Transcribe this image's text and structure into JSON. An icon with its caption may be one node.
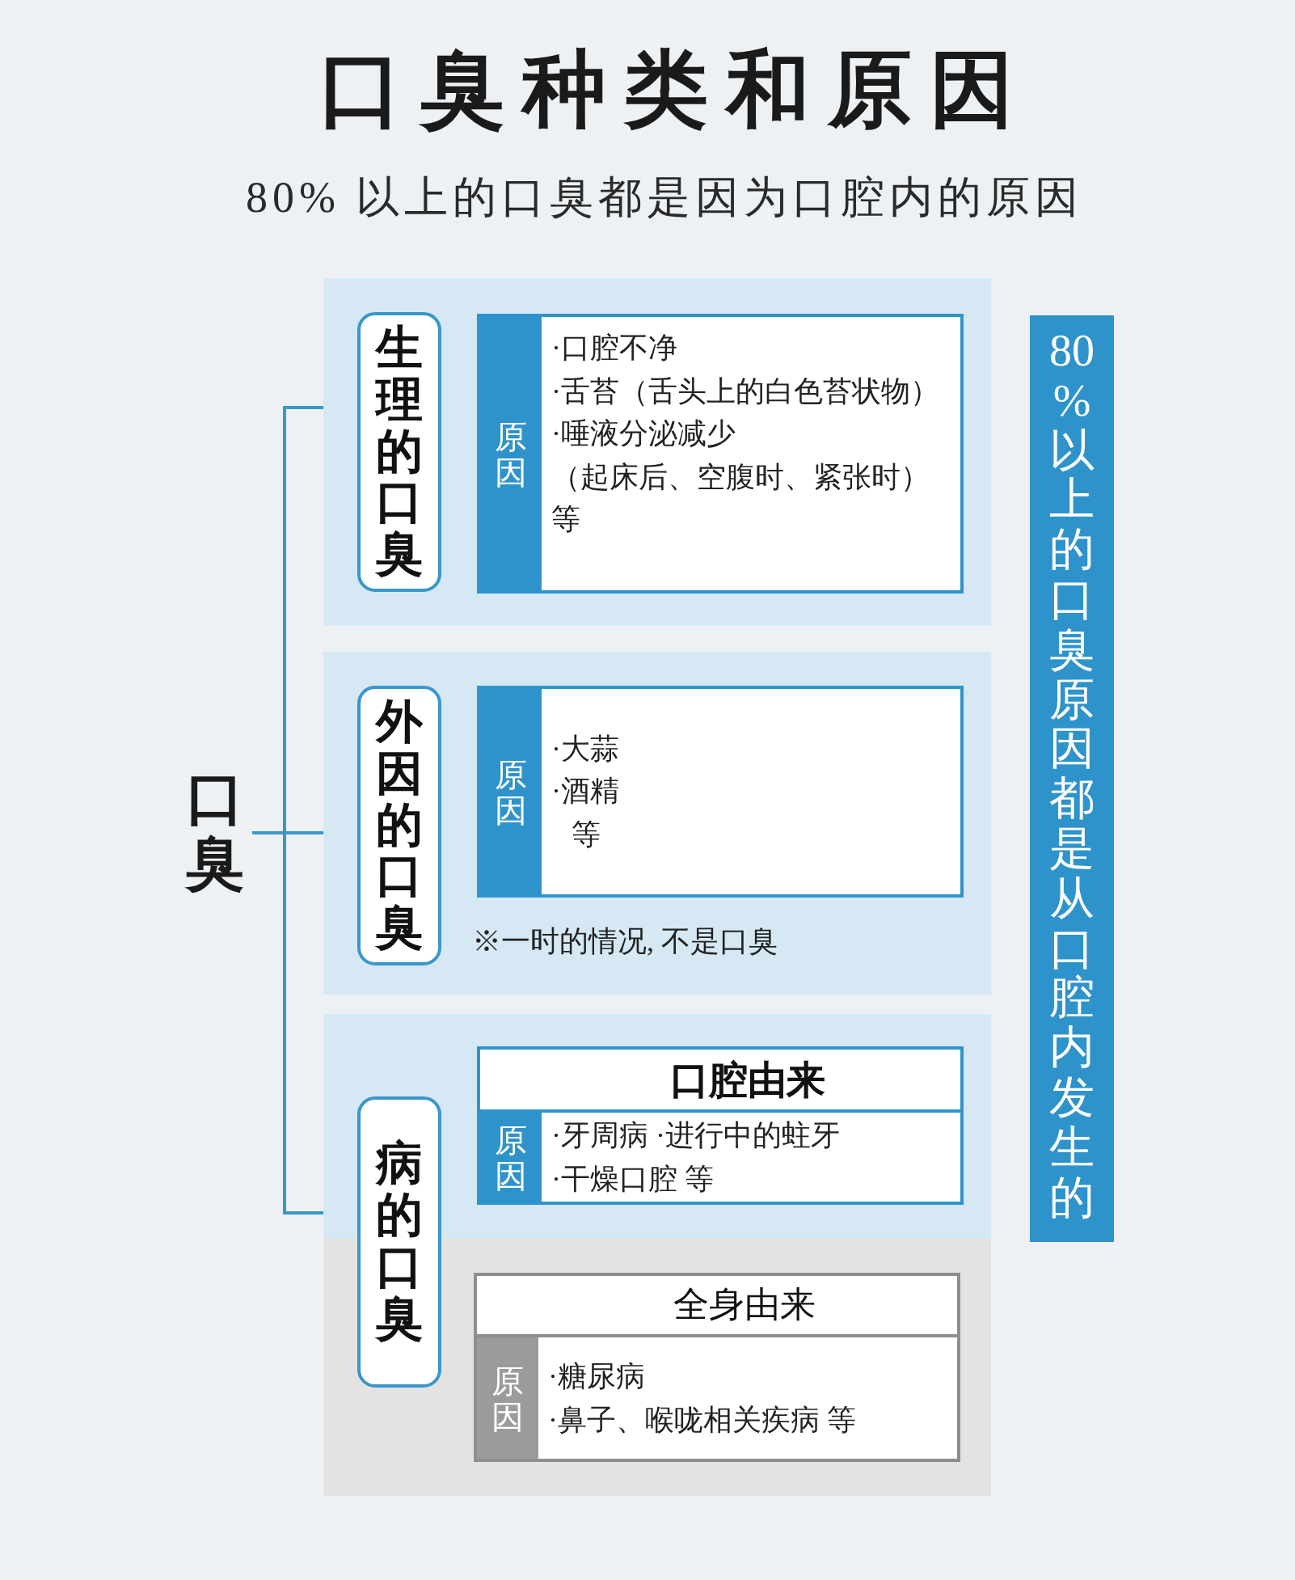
{
  "diagram": {
    "title": "口臭种类和原因",
    "nodes": [
      {
        "text": [
          "口臭"
        ]
      },
      {
        "text": [],
        "shape": "box"
      },
      {
        "text": [
          "生理的口臭"
        ],
        "in": 1
      },
      {
        "text": [
          "原因",
          "·口腔不净",
          "·舌苔（舌头上的白色苔状物）",
          "·唾液分泌减少",
          "（起床后、空腹时、紧张时）",
          "等"
        ],
        "in": 1
      },
      {
        "text": [],
        "shape": "box"
      },
      {
        "text": [
          "外因的口臭"
        ],
        "in": 4
      },
      {
        "text": [
          "原因",
          "·大蒜",
          "·酒精",
          "等"
        ],
        "in": 4,
        "beside": [
          "※一时的情况, 不是口臭"
        ]
      },
      {
        "text": [],
        "shape": "box"
      },
      {
        "text": [
          "病的口臭"
        ],
        "in": 7
      },
      {
        "text": [
          "口腔由来",
          "原因",
          "·牙周病 ·进行中的蛀牙",
          "·干燥口腔 等"
        ],
        "in": 7
      },
      {
        "text": [
          "全身由来",
          "原因",
          "·糖尿病",
          "·鼻子、喉咙相关疾病 等"
        ],
        "in": 7
      },
      {
        "text": [
          "80%以上的口臭原因都是从口腔内发生的"
        ]
      }
    ],
    "edges": [
      {
        "from": 0,
        "to": 1,
        "arrow": "none"
      },
      {
        "from": 0,
        "to": 4,
        "arrow": "none"
      },
      {
        "from": 0,
        "to": 7,
        "arrow": "none"
      }
    ],
    "labels": [
      "80% 以上的口臭都是因为口腔内的原因"
    ]
  }
}
